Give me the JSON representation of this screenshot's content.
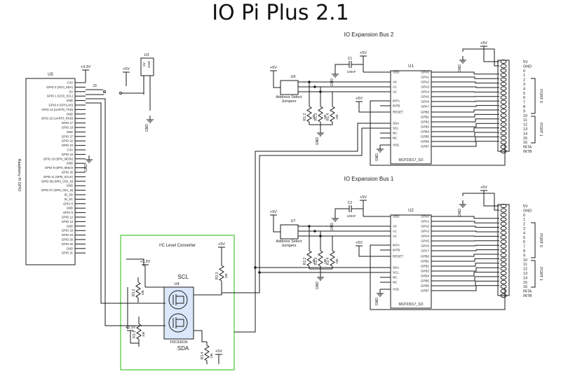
{
  "title": "IO Pi Plus 2.1",
  "bus2": {
    "heading": "IO Expansion Bus 2",
    "chip_ref": "U1",
    "chip_part": "MCP23017_SO",
    "addr_ref": "U6",
    "addr_label_1": "Address Select",
    "addr_label_2": "Jumpers",
    "cap_ref": "C1",
    "cap_val": "100nF",
    "port_a": "PORT 0",
    "port_b": "PORT 1"
  },
  "bus1": {
    "heading": "IO Expansion Bus 1",
    "chip_ref": "U2",
    "chip_part": "MCP23017_SO",
    "addr_ref": "U7",
    "addr_label_1": "Address Select",
    "addr_label_2": "Jumpers",
    "cap_ref": "C2",
    "cap_val": "100nF",
    "port_a": "PORT 0",
    "port_b": "PORT 1"
  },
  "chip_pins_left": [
    "VDD",
    "A0",
    "A1",
    "A2",
    "INTA",
    "INTB",
    "RESET",
    "SDA",
    "SCL",
    "NC",
    "NC",
    "VSS"
  ],
  "chip_pins_right": [
    "GPA0",
    "GPA1",
    "GPA2",
    "GPA3",
    "GPA4",
    "GPA5",
    "GPA6",
    "GPA7",
    "GPB0",
    "GPB1",
    "GPB2",
    "GPB3",
    "GPB4",
    "GPB5",
    "GPB6",
    "GPB7"
  ],
  "header_labels": [
    "5V",
    "GND",
    "0",
    "1",
    "2",
    "3",
    "4",
    "5",
    "6",
    "7",
    "8",
    "9",
    "10",
    "11",
    "12",
    "13",
    "14",
    "15",
    "16",
    "INTA",
    "INTB"
  ],
  "pi": {
    "ref": "U5",
    "name": "Raspberry Pi GPIO",
    "pins": [
      "3.3V",
      "GPIO 2 (I2C0_SDA)",
      "5V",
      "GPIO 1 (I2C0_SCL)",
      "GND",
      "GPIO 4 (GPCLK0)",
      "GPIO 14 (UART0_TXD)",
      "GND",
      "GPIO 15 (UART0_RXD)",
      "GPIO 17",
      "GPIO 18",
      "GND",
      "GPIO 27",
      "GPIO 22",
      "GPIO 23",
      "3.3V",
      "GPIO 24",
      "GPIO 10 (SPI0_MOSI)",
      "GND",
      "GPIO 9 (SPI0_MISO)",
      "GPIO 25",
      "GPIO 11 (SPI0_SCLK)",
      "GPIO 08 (SPI0_CE0_N)",
      "GND",
      "GPIO 07 (SPI0_CE1_N)",
      "ID_SD",
      "ID_SC",
      "GPIO 5",
      "GND",
      "GPIO 6",
      "GPIO 12",
      "GPIO 13",
      "GND",
      "GPIO 19",
      "GPIO 16",
      "GPIO 26",
      "GPIO 20",
      "GND",
      "GPIO 21"
    ]
  },
  "u3": {
    "ref": "U3",
    "pin1": "5V",
    "pin2": "GND"
  },
  "j3": "J3",
  "level": {
    "heading": "I²C Level Converter",
    "scl": "SCL",
    "sda": "SDA",
    "ref": "U4",
    "part": "FDC6301N",
    "r1": "R3.2",
    "r1v": "10k",
    "r2": "R3.1",
    "r2v": "10k",
    "r3": "R3.3",
    "r3v": "10k",
    "r4": "R3.4",
    "r4v": "10k"
  },
  "bus2_res": [
    {
      "ref": "R1.2",
      "val": "10k"
    },
    {
      "ref": "R1.3",
      "val": "10k"
    },
    {
      "ref": "R1.4",
      "val": "10k"
    }
  ],
  "bus1_res": [
    {
      "ref": "R2.2",
      "val": "10k"
    },
    {
      "ref": "R2.3",
      "val": "10k"
    },
    {
      "ref": "R2.4",
      "val": "10k"
    }
  ],
  "rails": {
    "v5": "+5V",
    "v33": "+3.3V",
    "gnd": "GND"
  },
  "colors": {
    "ink": "#1a1a1a",
    "chip_fill": "#dbe8fb",
    "box": "#6ad35a"
  }
}
